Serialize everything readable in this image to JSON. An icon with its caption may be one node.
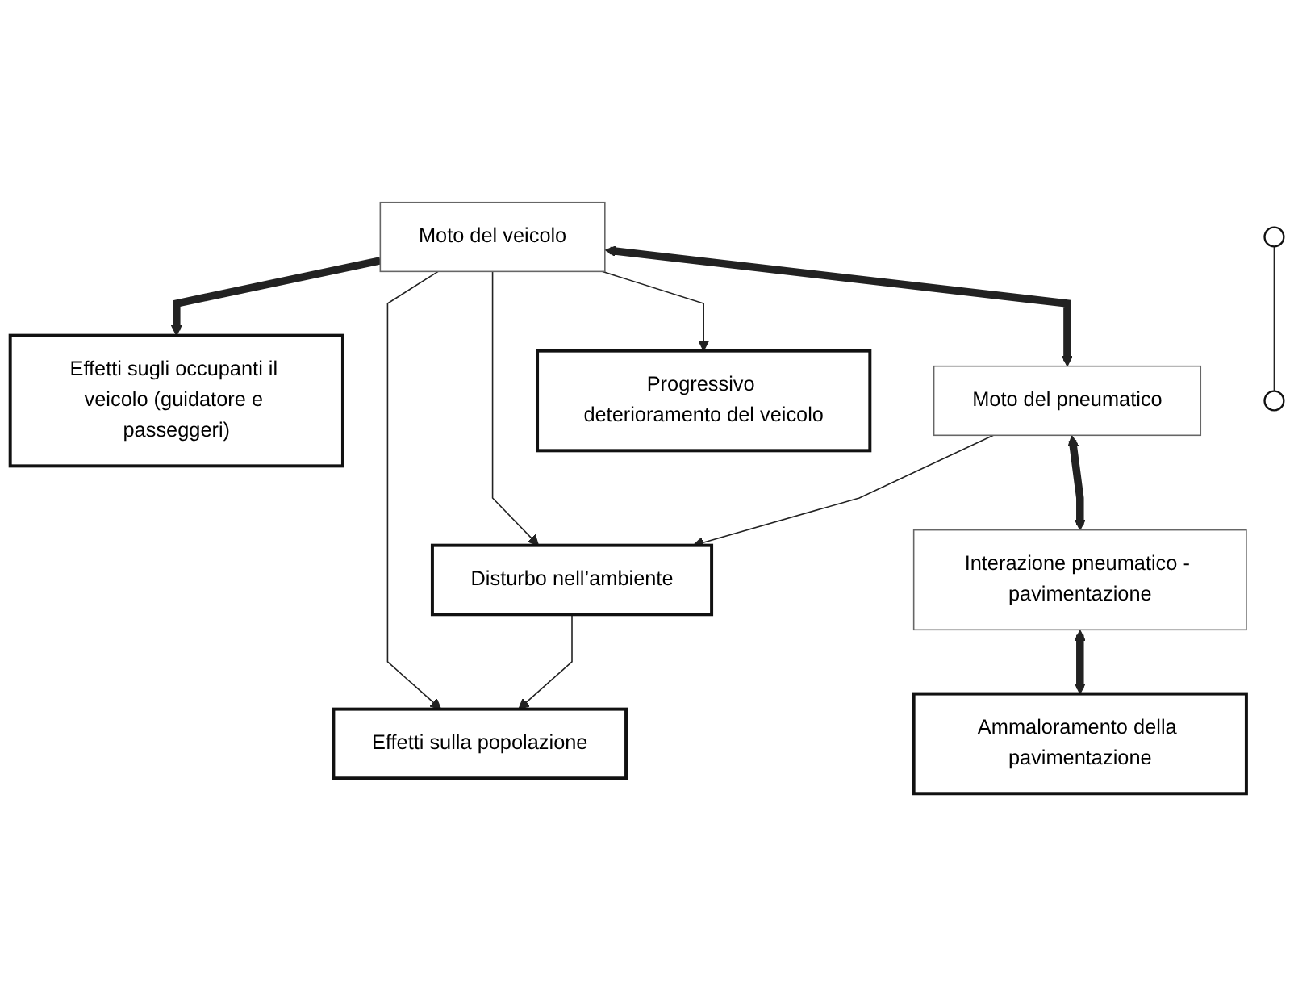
{
  "diagram": {
    "nodes": [
      {
        "text": [
          "Effetti sugli occupanti il veicolo (guidatore e passeggeri)"
        ]
      },
      {
        "text": [
          "Effetti sulla popolazione"
        ]
      },
      {
        "text": [
          "Moto del veicolo"
        ]
      },
      {
        "text": [
          "Disturbo nell’ambiente"
        ]
      },
      {
        "text": [
          "Progressivo deterioramento del veicolo"
        ]
      },
      {
        "text": [
          "Moto del pneumatico"
        ]
      },
      {
        "text": [
          "Interazione pneumatico - pavimentazione"
        ]
      },
      {
        "text": [
          "Ammaloramento della pavimentazione"
        ]
      },
      {
        "text": [],
        "shape": "circle"
      },
      {
        "text": [],
        "shape": "circle"
      }
    ],
    "edges": [
      {
        "from": 2,
        "to": 0,
        "arrow": "to",
        "style": "thick"
      },
      {
        "from": 2,
        "to": 1,
        "arrow": "to"
      },
      {
        "from": 2,
        "to": 3,
        "arrow": "to"
      },
      {
        "from": 3,
        "to": 1,
        "arrow": "to"
      },
      {
        "from": 2,
        "to": 4,
        "arrow": "to"
      },
      {
        "from": 2,
        "to": 5,
        "arrow": "both",
        "style": "thick"
      },
      {
        "from": 5,
        "to": 3,
        "arrow": "to"
      },
      {
        "from": 5,
        "to": 6,
        "arrow": "both",
        "style": "thick"
      },
      {
        "from": 6,
        "to": 7,
        "arrow": "both",
        "style": "thick"
      },
      {
        "from": 8,
        "to": 9,
        "arrow": "none"
      }
    ]
  }
}
